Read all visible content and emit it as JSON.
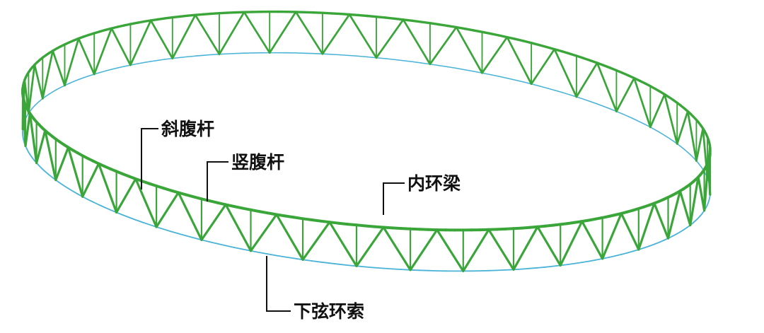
{
  "labels": {
    "diagonal_web_member": "斜腹杆",
    "vertical_web_member": "竖腹杆",
    "inner_ring_beam": "内环梁",
    "lower_chord_ring_cable": "下弦环索"
  },
  "colors": {
    "truss_green": "#3aa63a",
    "cable_blue": "#4ab3d8",
    "leader_line": "#111111",
    "label_text": "#111111"
  },
  "structure": {
    "panel_count": 40
  }
}
